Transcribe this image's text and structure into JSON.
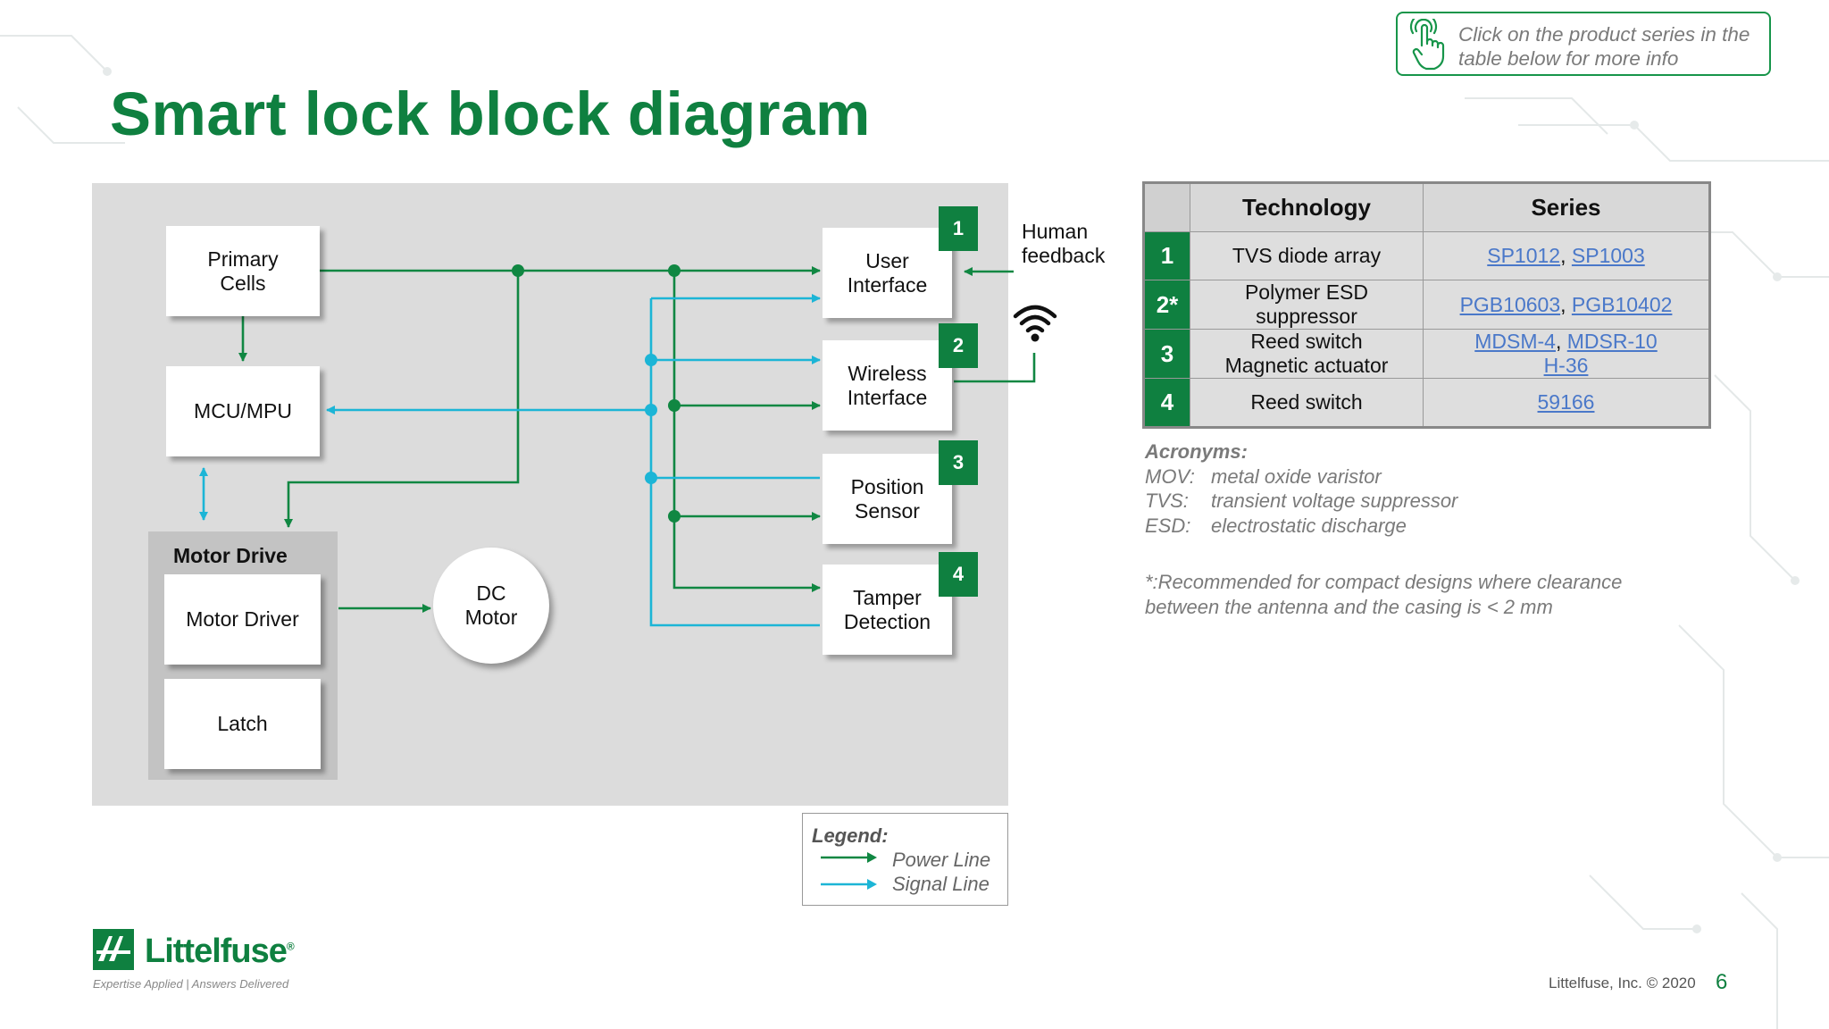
{
  "title": "Smart lock block diagram",
  "hint": {
    "text": "Click on the product series in the table below for more info",
    "icon": "pointer-hand-icon"
  },
  "diagram": {
    "blocks": {
      "primary_cells": "Primary\nCells",
      "mcu": "MCU/MPU",
      "motor_driver": "Motor Driver",
      "latch": "Latch",
      "dc_motor": "DC\nMotor",
      "user_interface": "User\nInterface",
      "wireless_interface": "Wireless\nInterface",
      "position_sensor": "Position\nSensor",
      "tamper_detection": "Tamper\nDetection"
    },
    "motor_drive_label": "Motor Drive",
    "badges": [
      "1",
      "2",
      "3",
      "4"
    ],
    "human_feedback": "Human\nfeedback",
    "wifi_icon": "wifi-icon"
  },
  "legend": {
    "title": "Legend:",
    "power_line": "Power Line",
    "signal_line": "Signal Line",
    "power_color": "#108742",
    "signal_color": "#1cb5d6"
  },
  "table": {
    "headers": [
      "",
      "Technology",
      "Series"
    ],
    "rows": [
      {
        "num": "1",
        "technology": "TVS diode array",
        "series": [
          "SP1012",
          "SP1003"
        ]
      },
      {
        "num": "2*",
        "technology": "Polymer ESD suppressor",
        "series": [
          "PGB10603",
          "PGB10402"
        ]
      },
      {
        "num": "3",
        "technology": "Reed switch Magnetic actuator",
        "series": [
          "MDSM-4",
          "MDSR-10",
          "H-36"
        ]
      },
      {
        "num": "4",
        "technology": "Reed switch",
        "series": [
          "59166"
        ]
      }
    ]
  },
  "acronyms": {
    "heading": "Acronyms:",
    "items": [
      {
        "key": "MOV:",
        "value": "metal oxide varistor"
      },
      {
        "key": "TVS:",
        "value": "transient voltage suppressor"
      },
      {
        "key": "ESD:",
        "value": "electrostatic discharge"
      }
    ]
  },
  "footnote": "*:Recommended for compact designs where clearance between the antenna and the casing is < 2 mm",
  "logo": {
    "name": "Littelfuse",
    "tagline": "Expertise Applied | Answers Delivered"
  },
  "footer": {
    "copyright": "Littelfuse, Inc. © 2020",
    "page_number": "6"
  },
  "colors": {
    "brand_green": "#0f8040",
    "power_line": "#108742",
    "signal_line": "#1cb5d6",
    "panel_bg": "#dcdcdc"
  }
}
